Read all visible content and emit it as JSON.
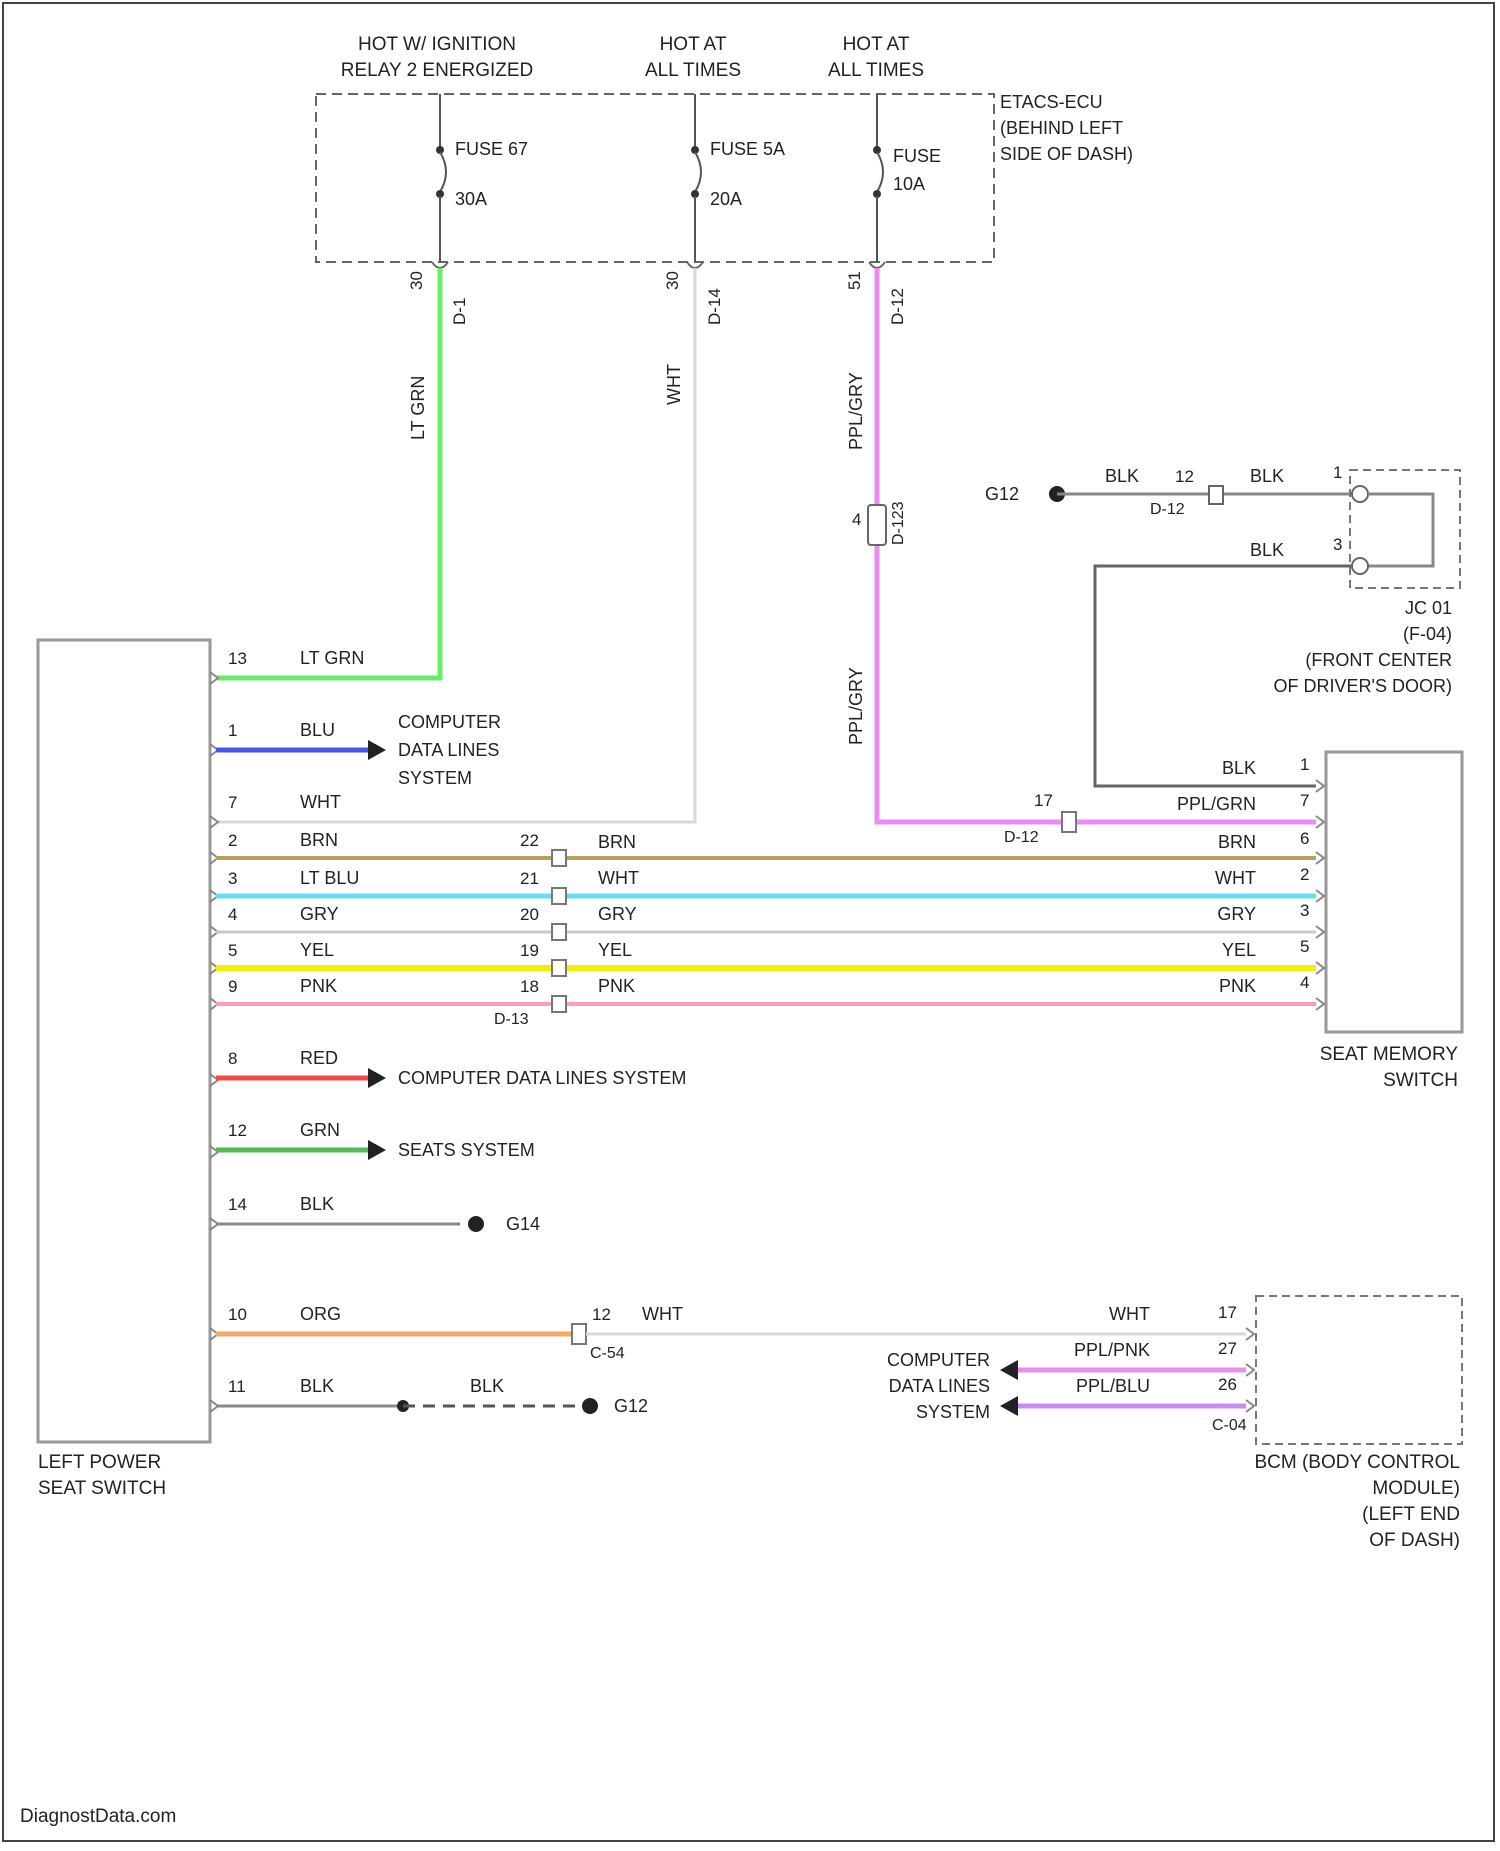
{
  "power": {
    "header1": "HOT W/ IGNITION",
    "header2": "RELAY 2 ENERGIZED",
    "header3": "HOT AT",
    "header4": "ALL TIMES",
    "header5": "HOT AT",
    "header6": "ALL TIMES",
    "ecu1": "ETACS-ECU",
    "ecu2": "(BEHIND LEFT",
    "ecu3": "SIDE OF DASH)",
    "fuse1_name": "FUSE 67",
    "fuse1_amp": "30A",
    "fuse2_name": "FUSE 5A",
    "fuse2_amp": "20A",
    "fuse3_name": "FUSE",
    "fuse3_amp": "10A",
    "pin1": "30",
    "pin2": "30",
    "pin3": "51",
    "conn1": "D-1",
    "conn2": "D-14",
    "conn3": "D-12"
  },
  "wires": {
    "ltgrn_vertical": "LT GRN",
    "wht_vertical": "WHT",
    "pplgry_upper": "PPL/GRY",
    "pplgry_lower": "PPL/GRY",
    "inline_pin": "4",
    "inline_conn": "D-123"
  },
  "ground_top": {
    "ground": "G12",
    "blk1": "BLK",
    "pin": "12",
    "conn": "D-12",
    "blk2": "BLK",
    "pin_j1": "1",
    "blk3": "BLK",
    "pin_j2": "3"
  },
  "joint": {
    "l1": "JC 01",
    "l2": "(F-04)",
    "l3": "(FRONT CENTER",
    "l4": "OF DRIVER'S DOOR)"
  },
  "left_switch": {
    "label1": "LEFT POWER",
    "label2": "SEAT SWITCH"
  },
  "left_rows": {
    "r1_pin": "13",
    "r1_color": "LT GRN",
    "r2_pin": "1",
    "r2_color": "BLU",
    "r2_dest1": "COMPUTER",
    "r2_dest2": "DATA LINES",
    "r2_dest3": "SYSTEM",
    "r3_pin": "7",
    "r3_color": "WHT",
    "r4_pin": "2",
    "r4_color": "BRN",
    "r5_pin": "3",
    "r5_color": "LT BLU",
    "r6_pin": "4",
    "r6_color": "GRY",
    "r7_pin": "5",
    "r7_color": "YEL",
    "r8_pin": "9",
    "r8_color": "PNK",
    "r9_pin": "8",
    "r9_color": "RED",
    "r9_dest": "COMPUTER DATA LINES SYSTEM",
    "r10_pin": "12",
    "r10_color": "GRN",
    "r10_dest": "SEATS SYSTEM",
    "r11_pin": "14",
    "r11_color": "BLK",
    "r11_ground": "G14",
    "r12_pin": "10",
    "r12_color": "ORG",
    "r13_pin": "11",
    "r13_color": "BLK",
    "r13_color2": "BLK",
    "r13_ground": "G12"
  },
  "middle": {
    "p22": "22",
    "p21": "21",
    "p20": "20",
    "p19": "19",
    "p18": "18",
    "conn": "D-13",
    "brn": "BRN",
    "wht": "WHT",
    "gry": "GRY",
    "yel": "YEL",
    "pnk": "PNK"
  },
  "memory": {
    "blk": "BLK",
    "blk_pin": "1",
    "pplgrn": "PPL/GRN",
    "pplgrn_pin": "7",
    "d12_pin": "17",
    "d12_conn": "D-12",
    "brn": "BRN",
    "brn_pin": "6",
    "wht": "WHT",
    "wht_pin": "2",
    "gry": "GRY",
    "gry_pin": "3",
    "yel": "YEL",
    "yel_pin": "5",
    "pnk": "PNK",
    "pnk_pin": "4",
    "label1": "SEAT MEMORY",
    "label2": "SWITCH"
  },
  "bcm": {
    "c54_pin": "12",
    "c54_color": "WHT",
    "c54_conn": "C-54",
    "wht": "WHT",
    "wht_pin": "17",
    "pplpnk": "PPL/PNK",
    "pplpnk_pin": "27",
    "pplblu": "PPL/BLU",
    "pplblu_pin": "26",
    "conn": "C-04",
    "dest1": "COMPUTER",
    "dest2": "DATA LINES",
    "dest3": "SYSTEM",
    "label1": "BCM (BODY CONTROL",
    "label2": "MODULE)",
    "label3": "(LEFT END",
    "label4": "OF DASH)"
  },
  "footer": {
    "watermark": "DiagnostData.com"
  },
  "colors": {
    "ltgrn": "#66ee66",
    "blu": "#4455ee",
    "wht": "#d8d8d8",
    "brn": "#b8a060",
    "ltblu": "#66ddf0",
    "gry": "#c8c8c8",
    "yel": "#f0f000",
    "pnk": "#f4a0b8",
    "red": "#f04848",
    "grn": "#55bb55",
    "blk": "#888888",
    "org": "#f4aa66",
    "ppl": "#ea8cf0",
    "pplblu": "#c88cf0"
  }
}
